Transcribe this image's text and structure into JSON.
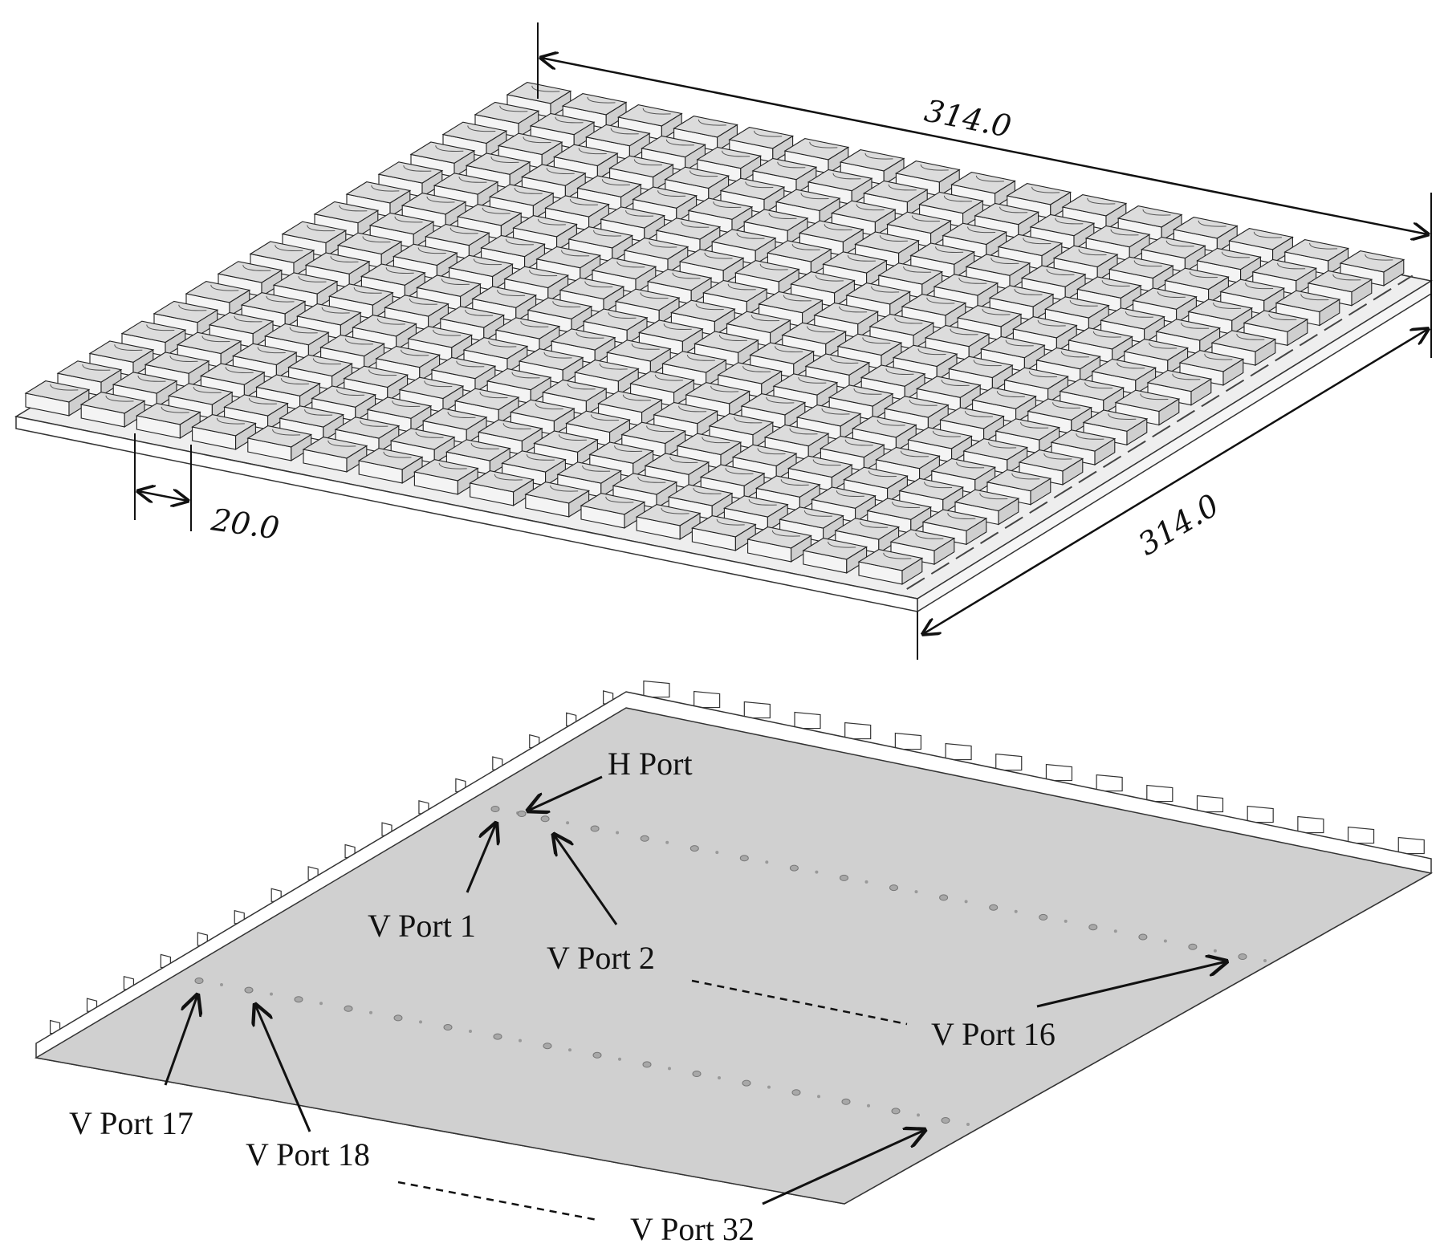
{
  "dimensions": {
    "width_top": "314.0",
    "width_side": "314.0",
    "pitch": "20.0"
  },
  "ports": {
    "h_port": "H Port",
    "v_port_1": "V Port 1",
    "v_port_2": "V Port 2",
    "v_port_16": "V Port 16",
    "v_port_17": "V Port 17",
    "v_port_18": "V Port 18",
    "v_port_32": "V Port 32"
  },
  "array": {
    "rows": 16,
    "cols": 16
  },
  "colors": {
    "element_top": "#dcdcdc",
    "element_side": "#f4f4f4",
    "ground_plane": "#d0d0d0",
    "substrate": "#ffffff",
    "line": "#222222"
  }
}
